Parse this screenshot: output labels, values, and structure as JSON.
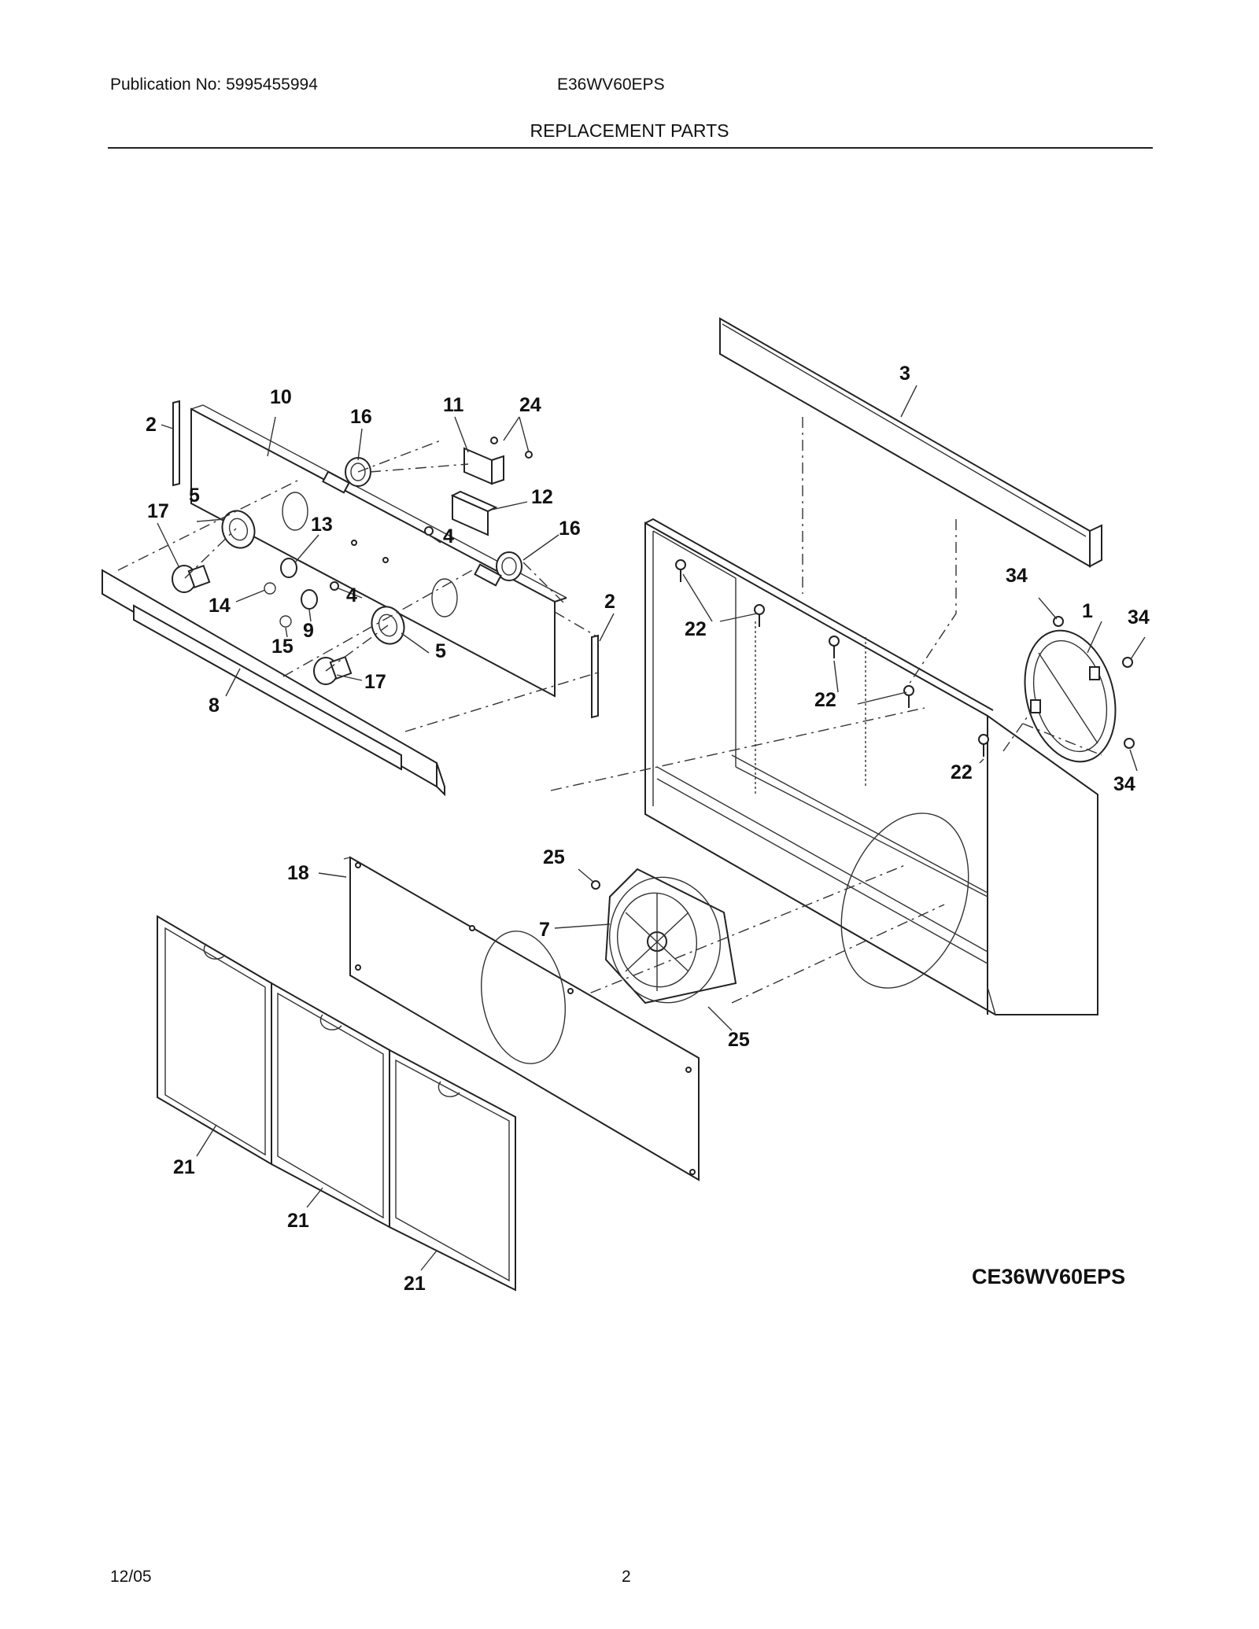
{
  "header": {
    "publication": "Publication No: 5995455994",
    "model": "E36WV60EPS",
    "section_title": "REPLACEMENT PARTS"
  },
  "diagram": {
    "code": "CE36WV60EPS",
    "labels": [
      "1",
      "2",
      "2",
      "3",
      "4",
      "4",
      "5",
      "5",
      "7",
      "8",
      "9",
      "10",
      "11",
      "12",
      "13",
      "14",
      "15",
      "16",
      "16",
      "17",
      "17",
      "18",
      "21",
      "21",
      "21",
      "22",
      "22",
      "22",
      "24",
      "25",
      "25",
      "34",
      "34",
      "34"
    ]
  },
  "footer": {
    "date": "12/05",
    "page": "2"
  }
}
